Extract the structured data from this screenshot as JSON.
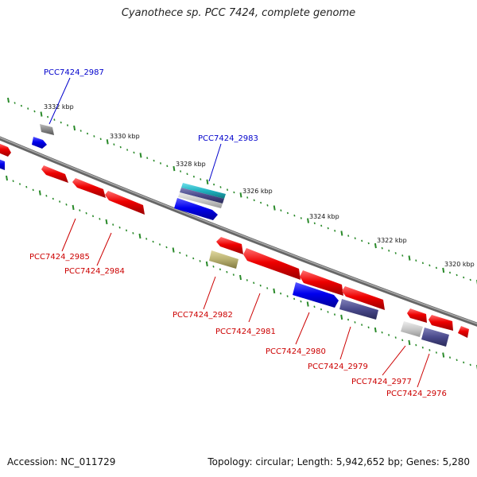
{
  "title": "Cyanothece sp. PCC 7424, complete genome",
  "footer": {
    "accession": "Accession: NC_011729",
    "stats": "Topology: circular; Length: 5,942,652 bp; Genes: 5,280"
  },
  "colors": {
    "forward_cds": "#0000ee",
    "reverse_cds": "#ee0000",
    "other_feature_a": "#888888",
    "other_feature_b": "#4a4a8c",
    "other_feature_c": "#b8b070",
    "other_feature_d": "#20b2c0",
    "tick": "#2a8a2a",
    "backbone": "#777777"
  },
  "ticks": [
    "3332 kbp",
    "3330 kbp",
    "3328 kbp",
    "3326 kbp",
    "3324 kbp",
    "3322 kbp",
    "3320 kbp"
  ],
  "forward_labels": [
    "PCC7424_2987",
    "PCC7424_2983"
  ],
  "reverse_labels": [
    "PCC7424_2985",
    "PCC7424_2984",
    "PCC7424_2982",
    "PCC7424_2981",
    "PCC7424_2980",
    "PCC7424_2979",
    "PCC7424_2977",
    "PCC7424_2976"
  ]
}
